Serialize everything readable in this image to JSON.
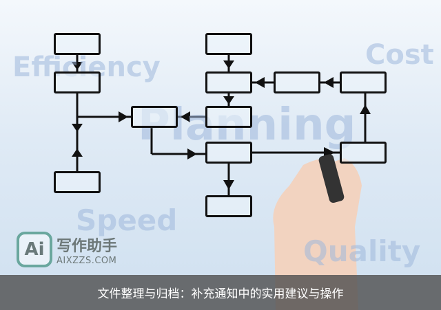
{
  "photo": {
    "background_words": [
      "Efficiency",
      "Cost",
      "Planning",
      "Speed",
      "Quality"
    ]
  },
  "watermark": {
    "mark": "Ai",
    "name": "写作助手",
    "domain": "AIXZZS.COM",
    "color": "#6aa79e"
  },
  "caption": {
    "text": "文件整理与归档：补充通知中的实用建议与操作"
  }
}
